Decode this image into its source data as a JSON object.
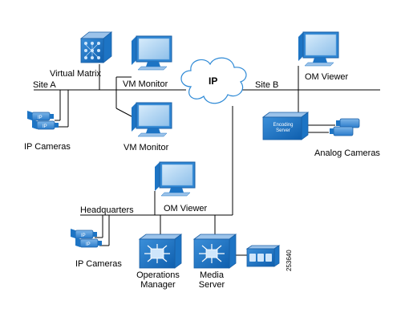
{
  "colors": {
    "device_blue": "#1d74c4",
    "device_light": "#9cc3ea",
    "screen": "#b9d9f3",
    "line": "#000000",
    "cloud_fill": "#ffffff",
    "cloud_stroke": "#2f8ad6"
  },
  "labels": {
    "virtual_matrix": "Virtual Matrix",
    "site_a": "Site A",
    "vm_monitor_top": "VM Monitor",
    "vm_monitor_mid": "VM Monitor",
    "ip_cameras_a": "IP Cameras",
    "ip": "IP",
    "site_b": "Site B",
    "om_viewer_b": "OM Viewer",
    "encoding_server": "Encoding Server",
    "analog_cameras": "Analog Cameras",
    "headquarters": "Headquarters",
    "om_viewer_hq": "OM Viewer",
    "ip_cameras_hq": "IP Cameras",
    "operations_manager": "Operations Manager",
    "media_server": "Media Server",
    "figure_number": "253640"
  },
  "icons": {
    "virtual_matrix": "virtual-matrix-icon",
    "monitor": "monitor-icon",
    "ip_camera": "ip-camera-icon",
    "cloud": "ip-cloud-icon",
    "encoding_server": "encoding-server-icon",
    "analog_camera": "analog-camera-icon",
    "operations_manager": "operations-manager-icon",
    "media_server": "media-server-icon",
    "storage": "storage-icon"
  }
}
